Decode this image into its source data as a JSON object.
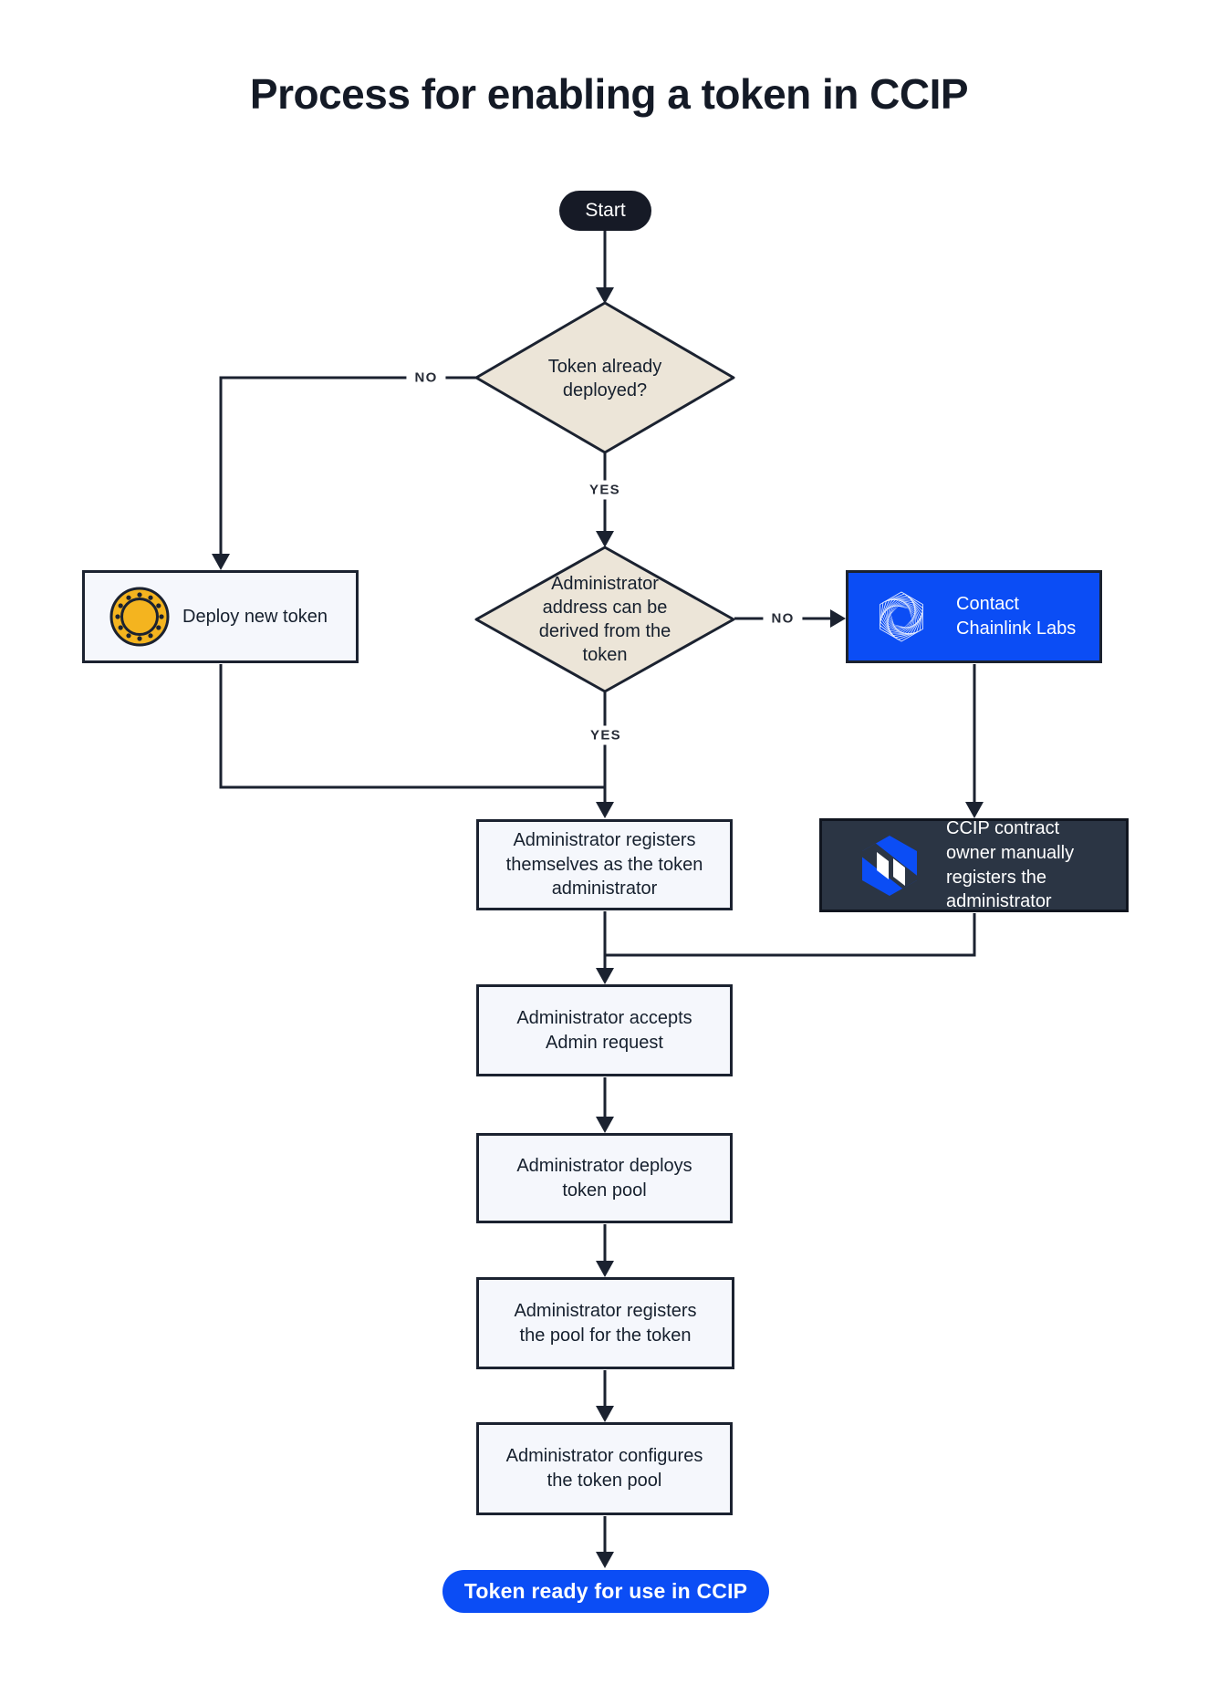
{
  "title": "Process for enabling a token in CCIP",
  "nodes": {
    "start": "Start",
    "token_deployed_q": "Token already deployed?",
    "deploy_new_token": "Deploy new token",
    "admin_derivable_q": "Administrator address can be derived from the token",
    "contact_chainlink": "Contact Chainlink Labs",
    "ccip_owner_registers": "CCIP contract owner manually registers the administrator",
    "admin_registers_self": "Administrator registers themselves as the token administrator",
    "admin_accepts": "Administrator accepts Admin request",
    "admin_deploys_pool": "Administrator deploys token pool",
    "admin_registers_pool": "Administrator registers the pool for the token",
    "admin_configures_pool": "Administrator configures the token pool",
    "token_ready": "Token ready for use in CCIP"
  },
  "edge_labels": {
    "no_deployed": "NO",
    "yes_deployed": "YES",
    "no_derivable": "NO",
    "yes_derivable": "YES"
  },
  "icons": {
    "coin": "coin-icon",
    "chainlink_labs": "chainlink-labs-logo-icon",
    "ccip": "ccip-logo-icon"
  },
  "colors": {
    "ink": "#1B2230",
    "accent_blue": "#0B4DF5",
    "diamond_fill": "#ECE5D8",
    "light_box_fill": "#F5F7FC",
    "dark_box_fill": "#2B3544",
    "coin_gold": "#F4B41F"
  }
}
